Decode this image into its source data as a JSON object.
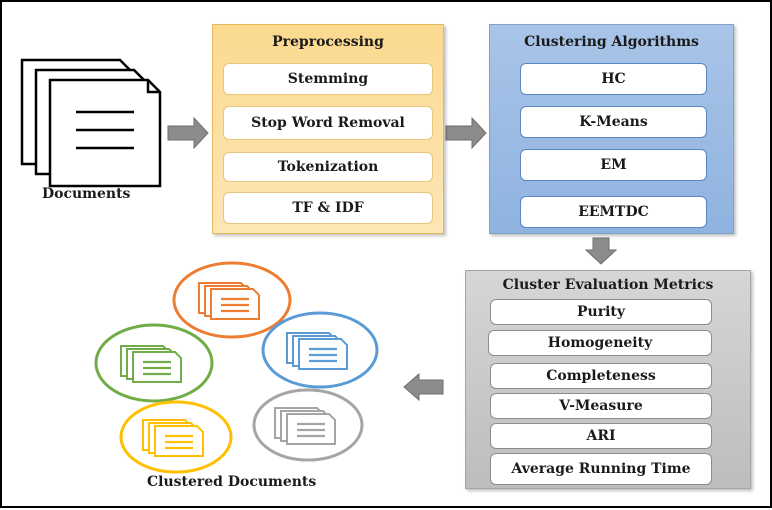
{
  "documents": {
    "label": "Documents"
  },
  "preprocessing": {
    "title": "Preprocessing",
    "items": [
      "Stemming",
      "Stop Word Removal",
      "Tokenization",
      "TF & IDF"
    ]
  },
  "clustering": {
    "title": "Clustering Algorithms",
    "items": [
      "HC",
      "K-Means",
      "EM",
      "EEMTDC"
    ]
  },
  "evaluation": {
    "title": "Cluster Evaluation Metrics",
    "items": [
      "Purity",
      "Homogeneity",
      "Completeness",
      "V-Measure",
      "ARI",
      "Average Running Time"
    ]
  },
  "clustered": {
    "label": "Clustered Documents",
    "clusters": [
      {
        "color": "#ed7d31",
        "icon": "document-stack-icon"
      },
      {
        "color": "#5b9bd5",
        "icon": "document-stack-icon"
      },
      {
        "color": "#70ad47",
        "icon": "document-stack-icon"
      },
      {
        "color": "#ffc000",
        "icon": "document-stack-icon"
      },
      {
        "color": "#a5a5a5",
        "icon": "document-stack-icon"
      }
    ]
  },
  "colors": {
    "preprocessing_fill": "#fbd98f",
    "clustering_fill": "#9dbde5",
    "evaluation_fill": "#c9c9c9",
    "arrow": "#8c8c8c"
  }
}
